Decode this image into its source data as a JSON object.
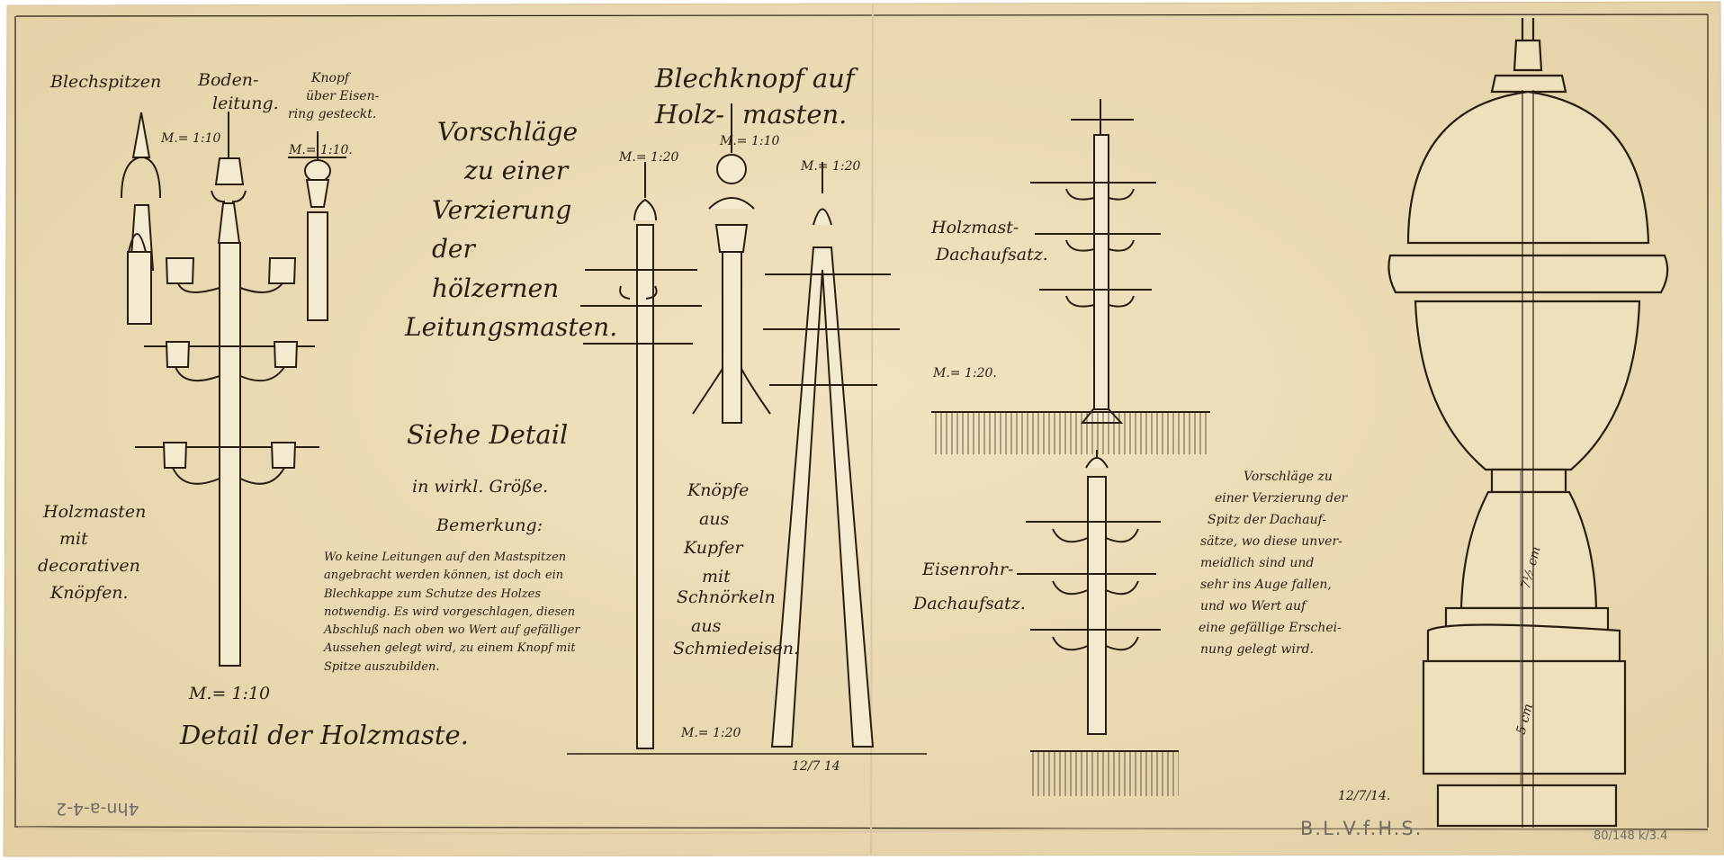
{
  "labels": {
    "blechspitzen": "Blechspitzen",
    "bodenleitung_1": "Boden-",
    "bodenleitung_2": "leitung.",
    "knopf_1": "Knopf",
    "knopf_2": "über Eisen-",
    "knopf_3": "ring gesteckt.",
    "scale_left_1": "M.= 1:10",
    "scale_left_2": "M.= 1:10.",
    "holzmasten_1": "Holzmasten",
    "holzmasten_2": "mit",
    "holzmasten_3": "decorativen",
    "holzmasten_4": "Knöpfen.",
    "scale_left_bottom": "M.= 1:10",
    "detail_holzmaste": "Detail der Holzmaste."
  },
  "title": {
    "line1": "Vorschläge",
    "line2": "zu einer",
    "line3": "Verzierung",
    "line4": "der",
    "line5": "hölzernen",
    "line6": "Leitungsmasten."
  },
  "detail_ref": {
    "line1": "Siehe Detail",
    "line2": "in wirkl. Größe."
  },
  "note": {
    "heading": "Bemerkung:",
    "body": "Wo keine Leitungen auf den Mastspitzen angebracht werden können, ist doch ein Blechkappe zum Schutze des Holzes notwendig. Es wird vorgeschlagen, diesen Abschluß nach oben wo Wert auf gefälliger Aussehen gelegt wird, zu einem Knopf mit Spitze auszubilden."
  },
  "middle": {
    "blechknopf_1": "Blechknopf auf",
    "blechknopf_2": "Holz-",
    "blechknopf_3": "masten.",
    "scale_a": "M.= 1:20",
    "scale_b": "M.= 1:10",
    "scale_c": "M.= 1:20",
    "knoepfe_1": "Knöpfe",
    "knoepfe_2": "aus",
    "knoepfe_3": "Kupfer",
    "knoepfe_4": "mit",
    "knoepfe_5": "Schnörkeln",
    "knoepfe_6": "aus",
    "knoepfe_7": "Schmiedeisen.",
    "scale_bottom": "M.= 1:20",
    "date_mid": "12/7 14"
  },
  "right": {
    "holzmast_1": "Holzmast-",
    "holzmast_2": "Dachaufsatz.",
    "scale_right": "M.= 1:20.",
    "eisenrohr_1": "Eisenrohr-",
    "eisenrohr_2": "Dachaufsatz.",
    "proposal": [
      "Vorschläge zu",
      "einer Verzierung der",
      "Spitz der Dachauf-",
      "sätze, wo diese unver-",
      "meidlich sind und",
      "sehr ins Auge fallen,",
      "und wo Wert auf",
      "eine gefällige Erschei-",
      "nung gelegt wird."
    ],
    "date_right": "12/7/14.",
    "dim_upper": "7½ cm",
    "dim_lower": "5 cm"
  },
  "archive": {
    "stamp": "B.L.V.f.H.S.",
    "ref": "80/148 k/3.4",
    "pencil_left": "4hn-a-4-2"
  },
  "colors": {
    "paper": "#eddcb6",
    "ink": "#2a1d12",
    "pencil": "#7a7570"
  }
}
